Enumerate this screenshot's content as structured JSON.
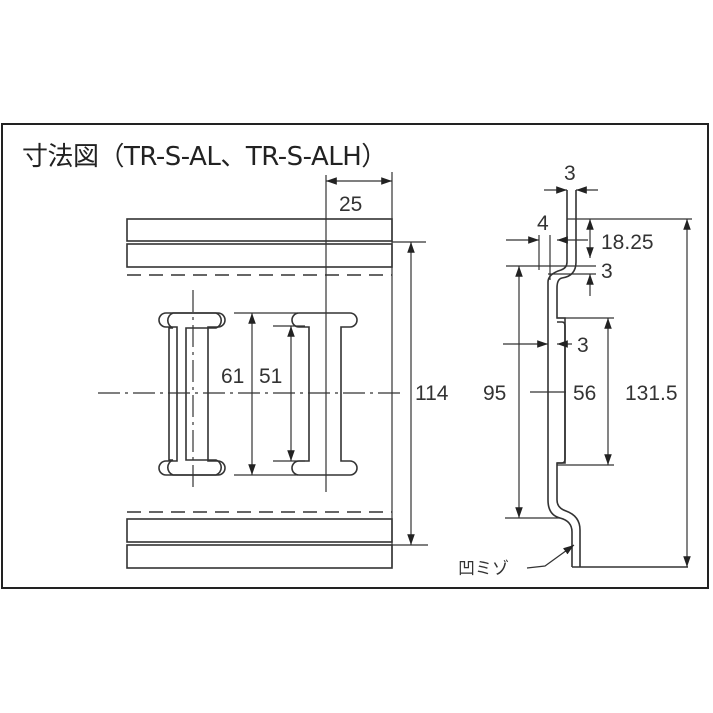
{
  "title": "寸法図（TR-S-AL、TR-S-ALH）",
  "front_view": {
    "dimensions": {
      "rail_top_width": "25",
      "outer_slot_height": "61",
      "inner_slot_height": "51",
      "overall_height": "114"
    }
  },
  "side_view": {
    "dimensions": {
      "top_flange_thickness": "3",
      "offset_width": "4",
      "top_flange_height": "18.25",
      "bend_thickness": "3",
      "plate_thickness": "3",
      "body_height": "95",
      "boss_height": "56",
      "overall_height": "131.5"
    },
    "callout": "凹ミゾ"
  },
  "colors": {
    "line": "#333333",
    "frame": "#222222",
    "background": "#ffffff"
  }
}
